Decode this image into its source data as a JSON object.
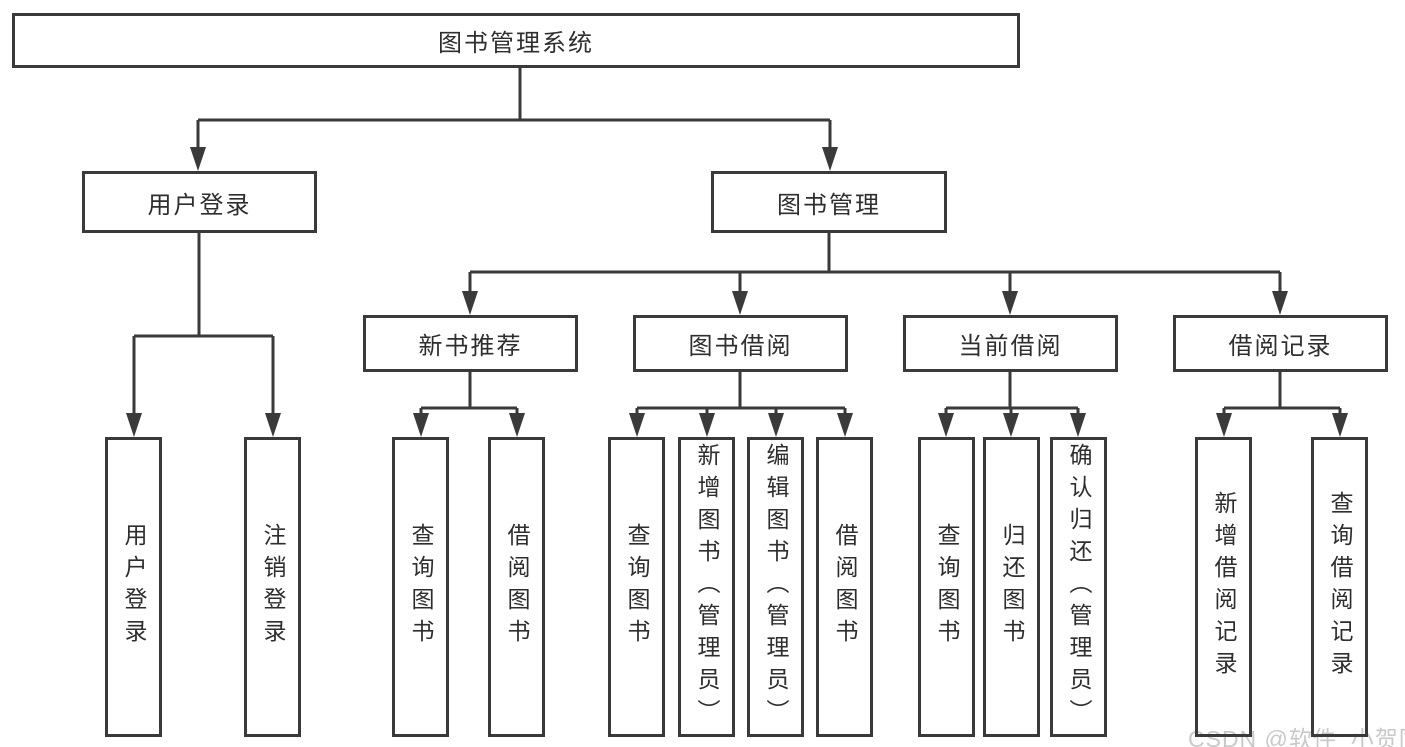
{
  "tree": {
    "label": "图书管理系统",
    "children": [
      {
        "label": "用户登录",
        "children": [
          {
            "label": "用户登录"
          },
          {
            "label": "注销登录"
          }
        ]
      },
      {
        "label": "图书管理",
        "children": [
          {
            "label": "新书推荐",
            "children": [
              {
                "label": "查询图书"
              },
              {
                "label": "借阅图书"
              }
            ]
          },
          {
            "label": "图书借阅",
            "children": [
              {
                "label": "查询图书"
              },
              {
                "label": "新增图书（管理员）"
              },
              {
                "label": "编辑图书（管理员）"
              },
              {
                "label": "借阅图书"
              }
            ]
          },
          {
            "label": "当前借阅",
            "children": [
              {
                "label": "查询图书"
              },
              {
                "label": "归还图书"
              },
              {
                "label": "确认归还（管理员）"
              }
            ]
          },
          {
            "label": "借阅记录",
            "children": [
              {
                "label": "新增借阅记录"
              },
              {
                "label": "查询借阅记录"
              }
            ]
          }
        ]
      }
    ]
  },
  "watermark": "CSDN @软件_小贺同学",
  "colors": {
    "line": "#3a3a3a",
    "text": "#2e2e2e",
    "background": "#ffffff",
    "watermark": "#c9c9c9"
  }
}
